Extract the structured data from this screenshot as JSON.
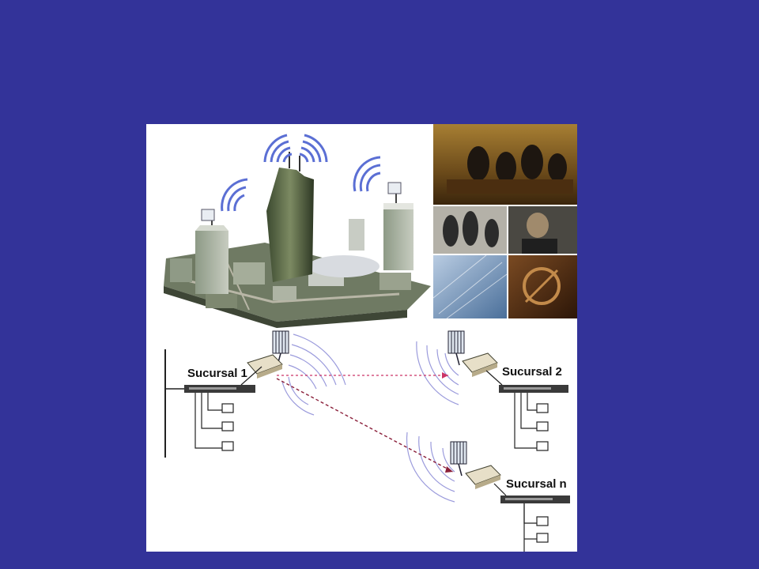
{
  "slide": {
    "background_color": "#333399",
    "figure_background": "#ffffff"
  },
  "illustrations": {
    "city_scene": "city-buildings-with-wireless-antennas",
    "photo_collage": [
      "business-meeting-photo",
      "office-workers-photo",
      "businessman-photo",
      "building-facade-photo",
      "antenna-closeup-photo"
    ]
  },
  "diagram": {
    "branches": [
      {
        "label": "Sucursal 1"
      },
      {
        "label": "Sucursal 2"
      },
      {
        "label": "Sucursal n"
      }
    ],
    "link_color": "#cc3366",
    "wave_color": "#8a8ad6",
    "icons": [
      "antenna-icon",
      "radio-bridge-icon",
      "network-switch-icon",
      "computer-icon"
    ]
  }
}
